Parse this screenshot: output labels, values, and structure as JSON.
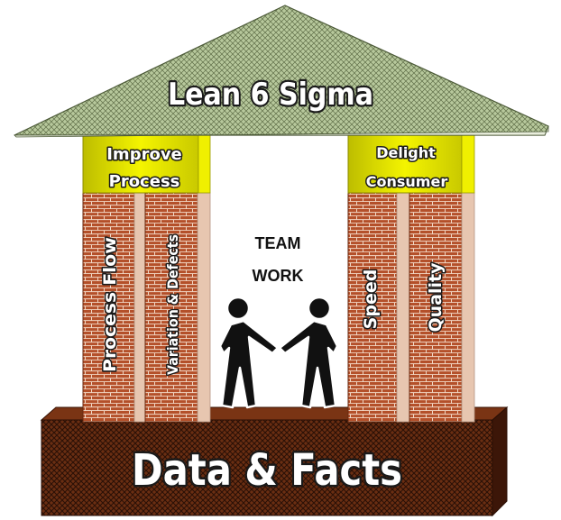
{
  "roof": {
    "title": "Lean 6 Sigma"
  },
  "capitals": {
    "left_line1": "Improve",
    "left_line2": "Process",
    "right_line1": "Delight",
    "right_line2": "Consumer"
  },
  "pillars": [
    {
      "label": "Process Flow"
    },
    {
      "label": "Variation & Defects"
    },
    {
      "label": "Speed"
    },
    {
      "label": "Quality"
    }
  ],
  "center": {
    "line1": "TEAM",
    "line2": "WORK"
  },
  "base": {
    "label": "Data & Facts"
  },
  "colors": {
    "roof": "#b6c79a",
    "capital": "#e8e800",
    "brick": "#b4502a",
    "mortar": "#f3d9c8",
    "base": "#4a1f0c"
  }
}
